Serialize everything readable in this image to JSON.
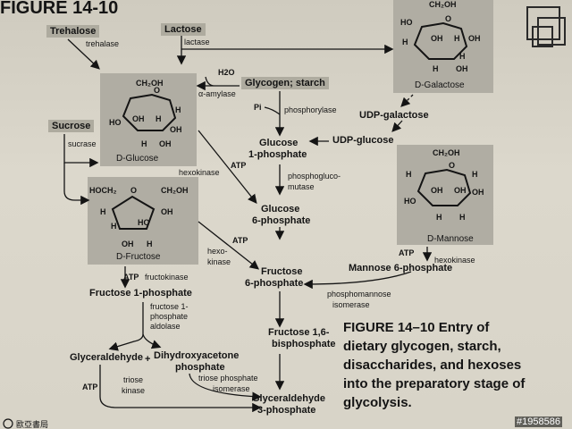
{
  "header": {
    "figure_tag": "FIGURE 14-10"
  },
  "caption": {
    "lines": [
      "FIGURE 14–10 Entry of",
      "dietary glycogen, starch,",
      "disaccharides, and hexoses",
      "into the preparatory stage of",
      "glycolysis."
    ]
  },
  "sugars": {
    "trehalose": "Trehalose",
    "lactose": "Lactose",
    "sucrose": "Sucrose",
    "glycogen_starch": "Glycogen; starch",
    "d_glucose": "D-Glucose",
    "d_fructose": "D-Fructose",
    "d_galactose": "D-Galactose",
    "d_mannose": "D-Mannose"
  },
  "enzymes": {
    "trehalase": "trehalase",
    "lactase": "lactase",
    "alpha_amylase": "α-amylase",
    "sucrase": "sucrase",
    "phosphorylase": "phosphorylase",
    "hexokinase_glucose": "hexokinase",
    "phosphoglucomutase_1": "phosphogluco-",
    "phosphoglucomutase_2": "mutase",
    "hexokinase_fructose_1": "hexo-",
    "hexokinase_fructose_2": "kinase",
    "hexokinase_mannose": "hexokinase",
    "fructokinase": "fructokinase",
    "fructose1p_aldolase_1": "fructose 1-",
    "fructose1p_aldolase_2": "phosphate",
    "fructose1p_aldolase_3": "aldolase",
    "phosphomannose_isomerase_1": "phosphomannose",
    "phosphomannose_isomerase_2": "isomerase",
    "triose_kinase_1": "triose",
    "triose_kinase_2": "kinase",
    "triose_isomerase_1": "triose phosphate",
    "triose_isomerase_2": "isomerase"
  },
  "cofactors": {
    "water": "H2O",
    "pi": "Pi",
    "atp": "ATP",
    "plus": "+"
  },
  "intermediates": {
    "udp_galactose": "UDP-galactose",
    "udp_glucose": "UDP-glucose",
    "glucose_1p_1": "Glucose",
    "glucose_1p_2": "1-phosphate",
    "glucose_6p_1": "Glucose",
    "glucose_6p_2": "6-phosphate",
    "fructose_6p_1": "Fructose",
    "fructose_6p_2": "6-phosphate",
    "mannose_6p": "Mannose 6-phosphate",
    "fructose_1p": "Fructose 1-phosphate",
    "fructose_16bp_1": "Fructose 1,6-",
    "fructose_16bp_2": "bisphosphate",
    "glyceraldehyde": "Glyceraldehyde",
    "dhap_1": "Dihydroxyacetone",
    "dhap_2": "phosphate",
    "gap_1": "Glyceraldehyde",
    "gap_2": "3-phosphate"
  },
  "structure_labels": {
    "ch2oh": "CH2OH",
    "hoch2": "HOCH2",
    "h": "H",
    "oh": "OH",
    "ho": "HO",
    "o": "O"
  },
  "footer": {
    "publisher": "歐亞書局",
    "watermark": "#1958586"
  }
}
